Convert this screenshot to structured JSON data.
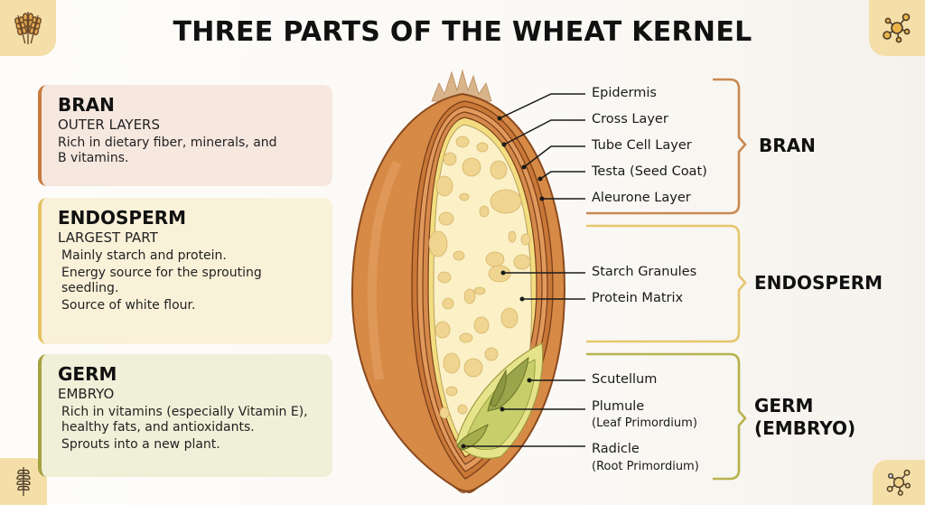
{
  "title": "THREE PARTS OF THE WHEAT KERNEL",
  "icons": {
    "top_left": "wheat-icon",
    "top_right": "molecule-icon",
    "bottom_left": "wheat-ear-icon",
    "bottom_right": "molecule-icon"
  },
  "colors": {
    "bran": "#c87a3f",
    "endosperm": "#e3c163",
    "germ": "#a4a240",
    "corner_bg": "#f5dfa8"
  },
  "cards": [
    {
      "heading": "BRAN",
      "subheading": "OUTER LAYERS",
      "points": [
        "Rich in dietary fiber, minerals, and B vitamins."
      ]
    },
    {
      "heading": "ENDOSPERM",
      "subheading": "LARGEST PART",
      "points": [
        "Mainly starch and protein.",
        "Energy source for the sprouting seedling.",
        "Source of white flour."
      ]
    },
    {
      "heading": "GERM",
      "subheading": "EMBRYO",
      "points": [
        "Rich in vitamins (especially Vitamin E), healthy fats, and antioxidants.",
        "Sprouts into a new plant."
      ]
    }
  ],
  "diagram": {
    "bran_labels": [
      "Epidermis",
      "Cross Layer",
      "Tube Cell Layer",
      "Testa (Seed Coat)",
      "Aleurone Layer"
    ],
    "endosperm_labels": [
      "Starch Granules",
      "Protein Matrix"
    ],
    "germ_labels": [
      {
        "name": "Scutellum",
        "note": ""
      },
      {
        "name": "Plumule",
        "note": "(Leaf Primordium)"
      },
      {
        "name": "Radicle",
        "note": "(Root Primordium)"
      }
    ],
    "group_titles": {
      "bran": "BRAN",
      "endosperm": "ENDOSPERM",
      "germ_line1": "GERM",
      "germ_line2": "(EMBRYO)"
    }
  }
}
